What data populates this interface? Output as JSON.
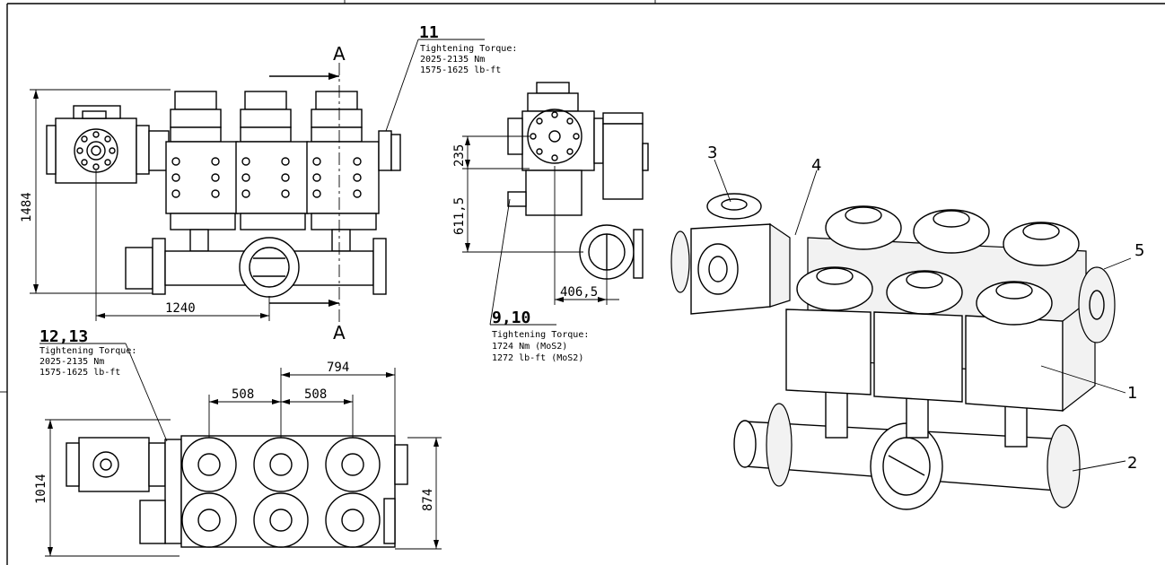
{
  "section_mark": "A",
  "callout_11": {
    "number": "11",
    "title": "Tightening Torque:",
    "line1": "2025-2135 Nm",
    "line2": "1575-1625 lb-ft"
  },
  "callout_12_13": {
    "number": "12,13",
    "title": "Tightening Torque:",
    "line1": "2025-2135 Nm",
    "line2": "1575-1625 lb-ft"
  },
  "callout_9_10": {
    "number": "9,10",
    "title": "Tightening Torque:",
    "line1": "1724 Nm (MoS2)",
    "line2": "1272 lb-ft (MoS2)"
  },
  "dimensions": {
    "front_height": "1484",
    "front_width": "1240",
    "side_h1": "235",
    "side_h2": "611,5",
    "side_w": "406,5",
    "top_w1": "794",
    "top_w2": "508",
    "top_w3": "508",
    "top_h1": "1014",
    "top_h2": "874"
  },
  "parts": [
    "1",
    "2",
    "3",
    "4",
    "5"
  ]
}
